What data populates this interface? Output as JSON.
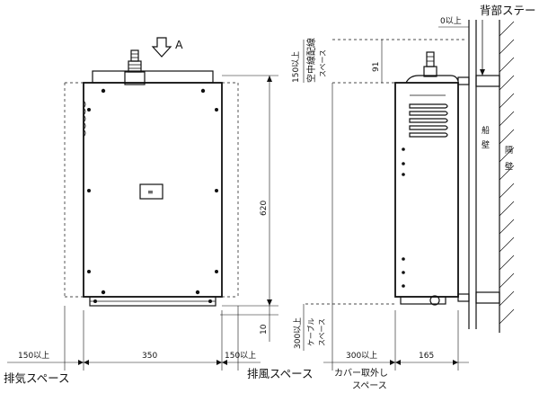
{
  "labels": {
    "arrow_a": "A",
    "back_stay": "背部ステー",
    "gap_top_right": "0以上",
    "overhead_space_top": "150以上",
    "overhead_space_name": "空中線配線",
    "overhead_space_sub": "スペース",
    "dim_91": "91",
    "dim_620": "620",
    "dim_10": "10",
    "cable_space_num": "300以上",
    "cable_space_name": "ケーブル",
    "cable_space_sub": "スペース",
    "left_clear": "150以上",
    "width_350": "350",
    "right_clear": "150以上",
    "exhaust_space": "排気スペース",
    "vent_space": "排風スペース",
    "cover_space_num": "300以上",
    "depth_165": "165",
    "cover_space_name": "カバー取外し",
    "cover_space_sub": "スペース",
    "hull_wall": "船壁",
    "bulkhead": "隔壁",
    "panel_label": "≡"
  }
}
